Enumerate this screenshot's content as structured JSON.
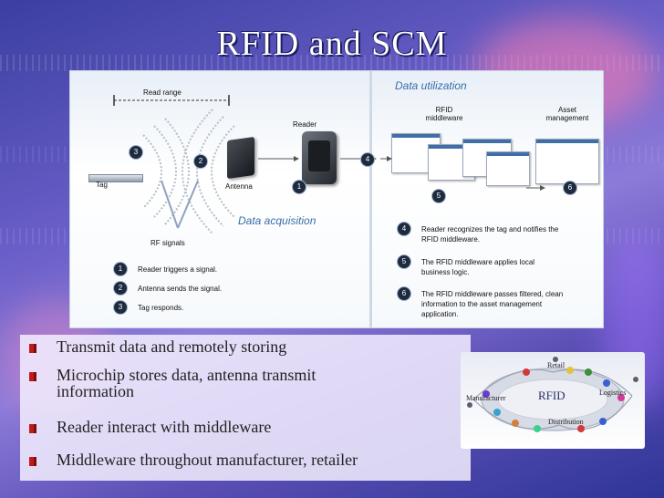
{
  "slide": {
    "title": "RFID and SCM"
  },
  "diagram": {
    "read_range": "Read range",
    "reader": "Reader",
    "tag": "Tag",
    "antenna": "Antenna",
    "rf_signals": "RF signals",
    "data_acquisition": "Data acquisition",
    "data_utilization": "Data utilization",
    "rfid_middleware": "RFID\nmiddleware",
    "asset_management": "Asset\nmanagement",
    "numbers": [
      "1",
      "2",
      "3",
      "4",
      "5",
      "6"
    ],
    "steps": [
      {
        "num": "1",
        "text": "Reader triggers a signal."
      },
      {
        "num": "2",
        "text": "Antenna sends the signal."
      },
      {
        "num": "3",
        "text": "Tag responds."
      },
      {
        "num": "4",
        "text": "Reader recognizes the tag and notifies the RFID middleware."
      },
      {
        "num": "5",
        "text": "The RFID middleware applies local business logic."
      },
      {
        "num": "6",
        "text": "The RFID middleware passes filtered, clean information to the asset management application."
      }
    ]
  },
  "bullets": [
    "Transmit data and remotely storing",
    "Microchip stores data, antenna transmit information",
    "Reader interact with middleware",
    "Middleware throughout manufacturer, retailer"
  ],
  "network": {
    "center": "RFID",
    "retail": "Retail",
    "logistics": "Logistics",
    "manufacturer": "Manufacturer",
    "distribution": "Distribution"
  },
  "colors": {
    "bullet_accent": "#c21a1a",
    "section_head": "#3a6ea8",
    "title_text": "#ffffff"
  }
}
